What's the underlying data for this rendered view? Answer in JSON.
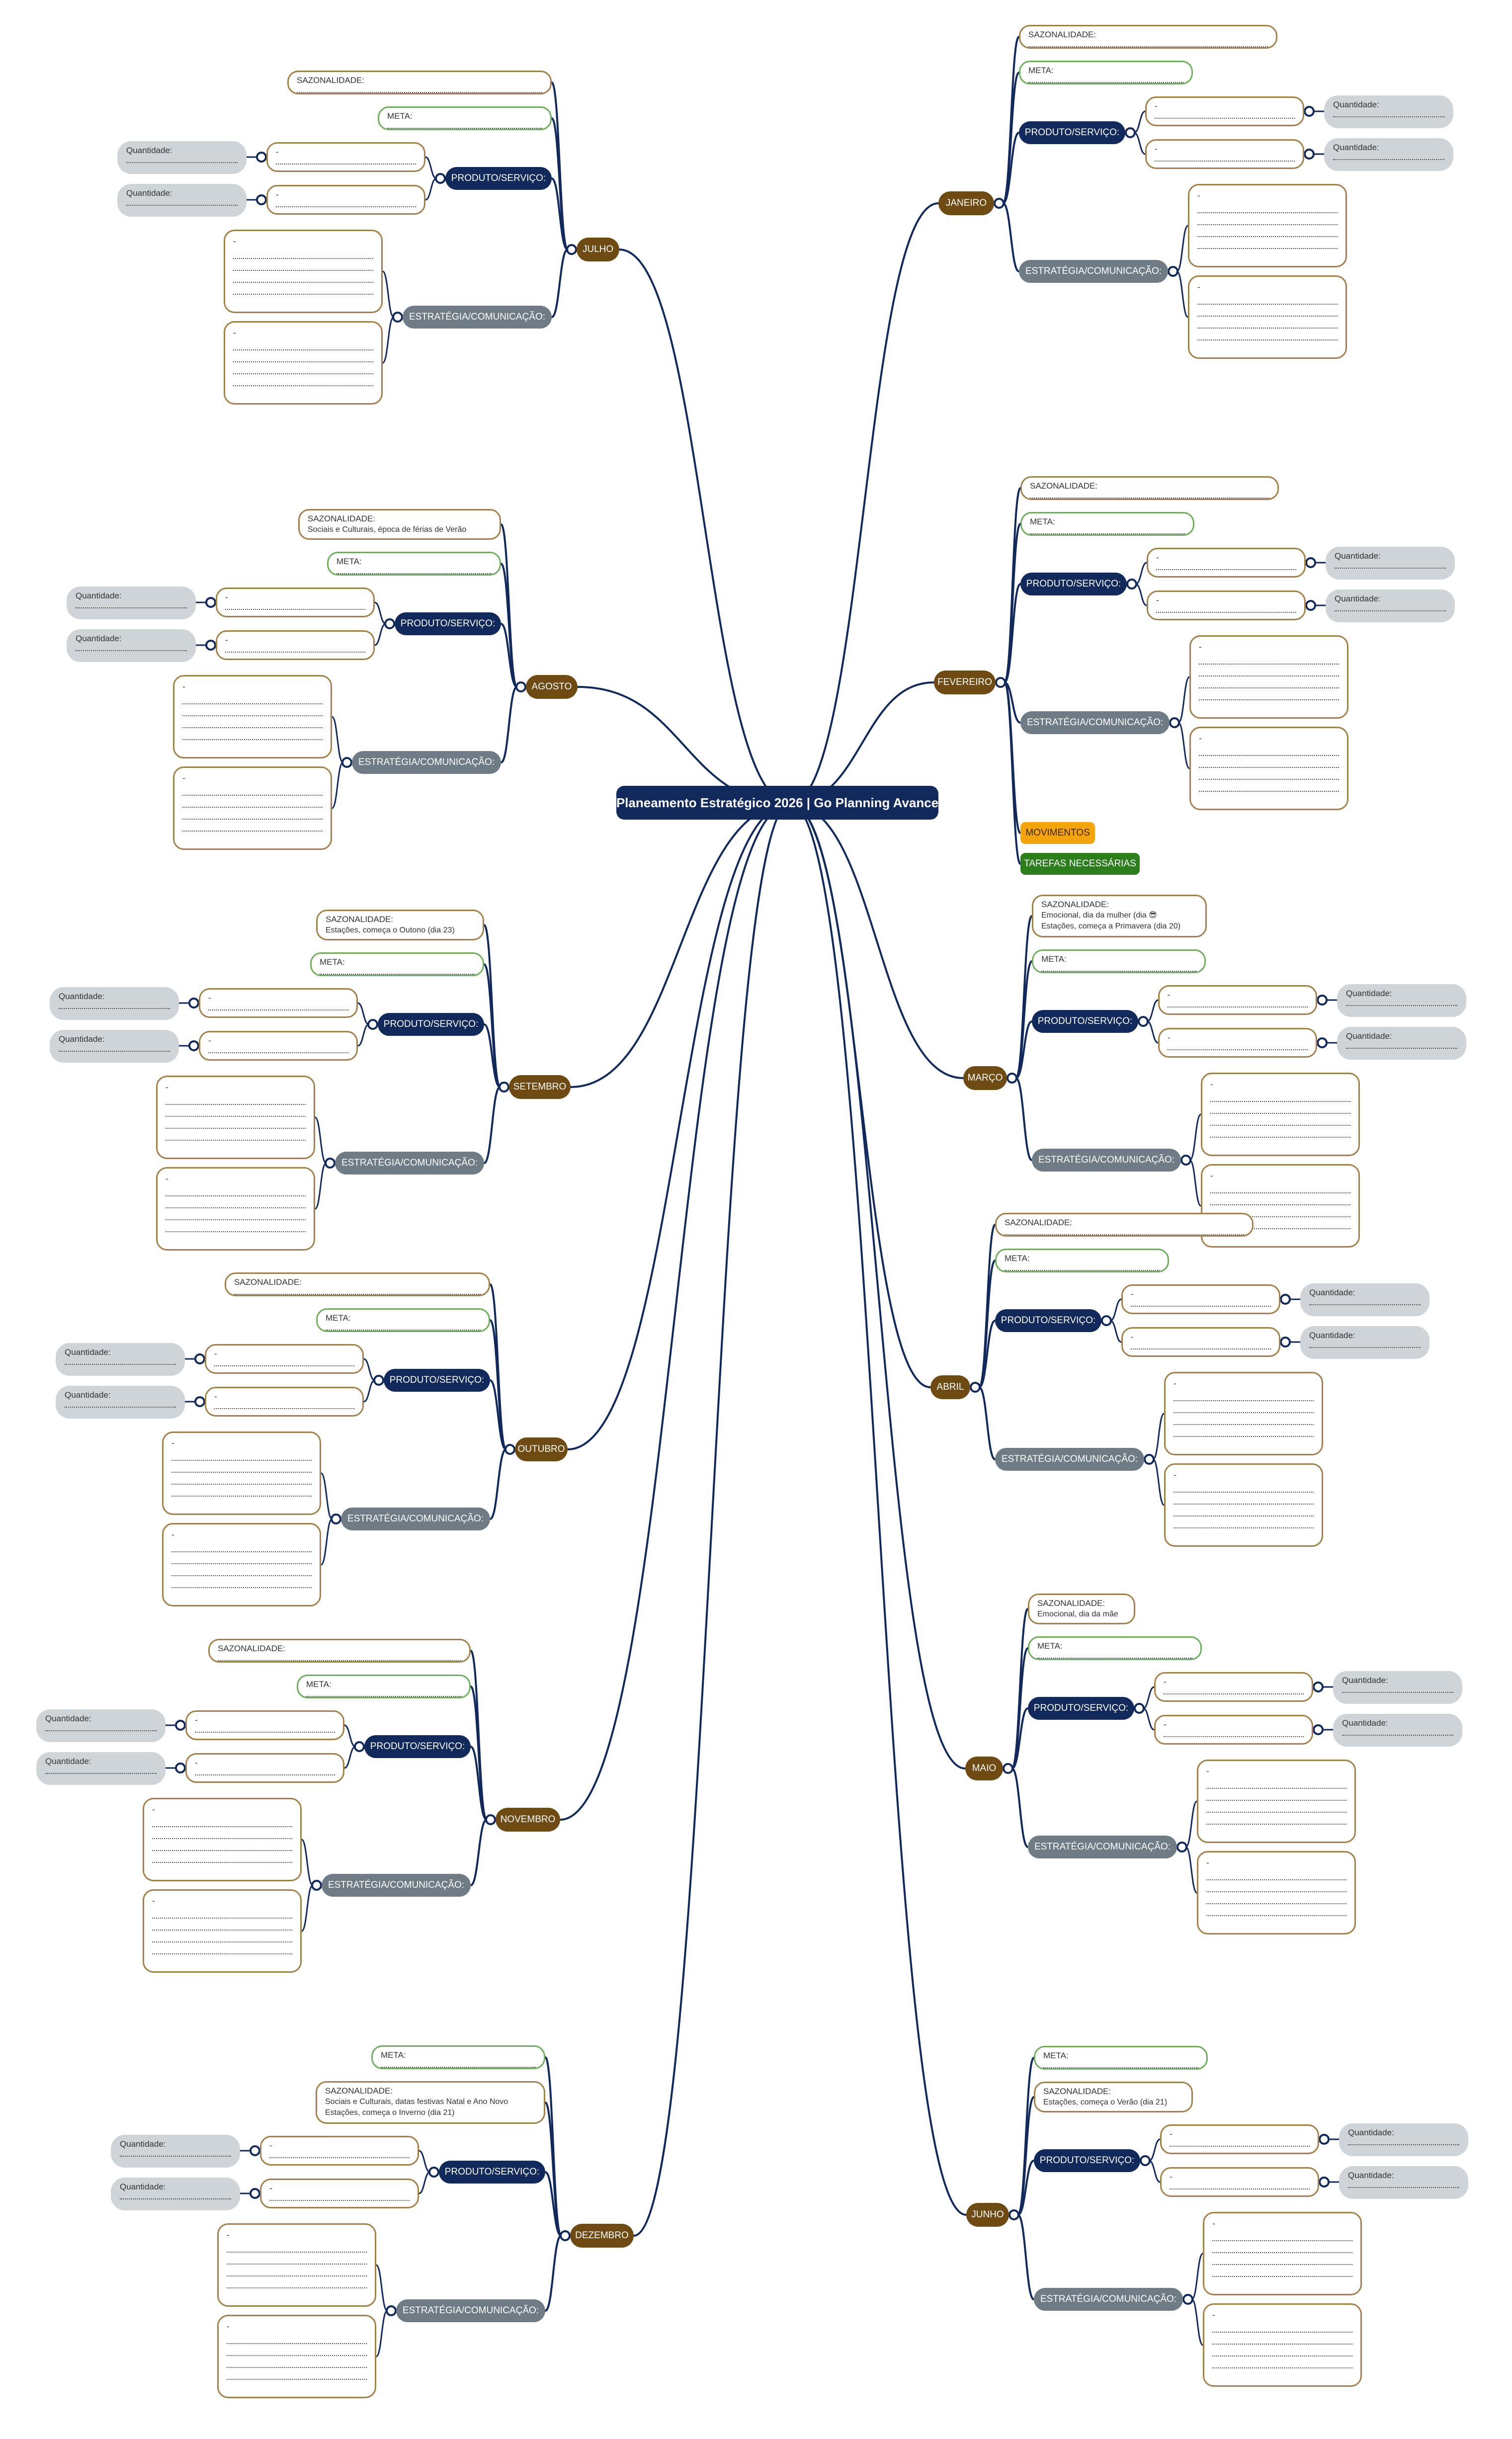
{
  "title": "Planeamento Estratégico 2026 | Go Planning Avance",
  "labels": {
    "sazonalidade": "SAZONALIDADE:",
    "meta": "META:",
    "produto": "PRODUTO/SERVIÇO:",
    "estrategia": "ESTRATÉGIA/COMUNICAÇÃO:",
    "quantidade": "Quantidade:",
    "item": "-"
  },
  "extras": {
    "movimentos": "MOVIMENTOS",
    "tarefas": "TAREFAS NECESSÁRIAS"
  },
  "months": [
    {
      "key": "janeiro",
      "name": "JANEIRO",
      "seasonality": []
    },
    {
      "key": "fevereiro",
      "name": "FEVEREIRO",
      "seasonality": []
    },
    {
      "key": "marco",
      "name": "MARÇO",
      "seasonality": [
        "Emocional, dia da mulher (dia 😎",
        "Estações, começa a Primavera (dia 20)"
      ]
    },
    {
      "key": "abril",
      "name": "ABRIL",
      "seasonality": []
    },
    {
      "key": "maio",
      "name": "MAIO",
      "seasonality": [
        "Emocional, dia da mãe"
      ]
    },
    {
      "key": "junho",
      "name": "JUNHO",
      "seasonality": [
        "Estações, começa o Verão (dia 21)"
      ]
    },
    {
      "key": "julho",
      "name": "JULHO",
      "seasonality": []
    },
    {
      "key": "agosto",
      "name": "AGOSTO",
      "seasonality": [
        "Sociais e Culturais, época de férias de Verão"
      ]
    },
    {
      "key": "setembro",
      "name": "SETEMBRO",
      "seasonality": [
        "Estações, começa o Outono (dia 23)"
      ]
    },
    {
      "key": "outubro",
      "name": "OUTUBRO",
      "seasonality": []
    },
    {
      "key": "novembro",
      "name": "NOVEMBRO",
      "seasonality": []
    },
    {
      "key": "dezembro",
      "name": "DEZEMBRO",
      "seasonality": [
        "Sociais e Culturais, datas festivas Natal e Ano Novo",
        "Estações, começa o Inverno (dia 21)"
      ]
    }
  ],
  "colors": {
    "root": "#12295c",
    "month": "#6e4b13",
    "produto": "#12295c",
    "estrategia": "#6f7b85",
    "seasonality_border": "#a2804a",
    "meta_border": "#6fae5c",
    "quantidade_fill": "#cfd4d9",
    "movimentos": "#f3a40b",
    "tarefas": "#2c7d1c",
    "connector": "#12295c"
  }
}
